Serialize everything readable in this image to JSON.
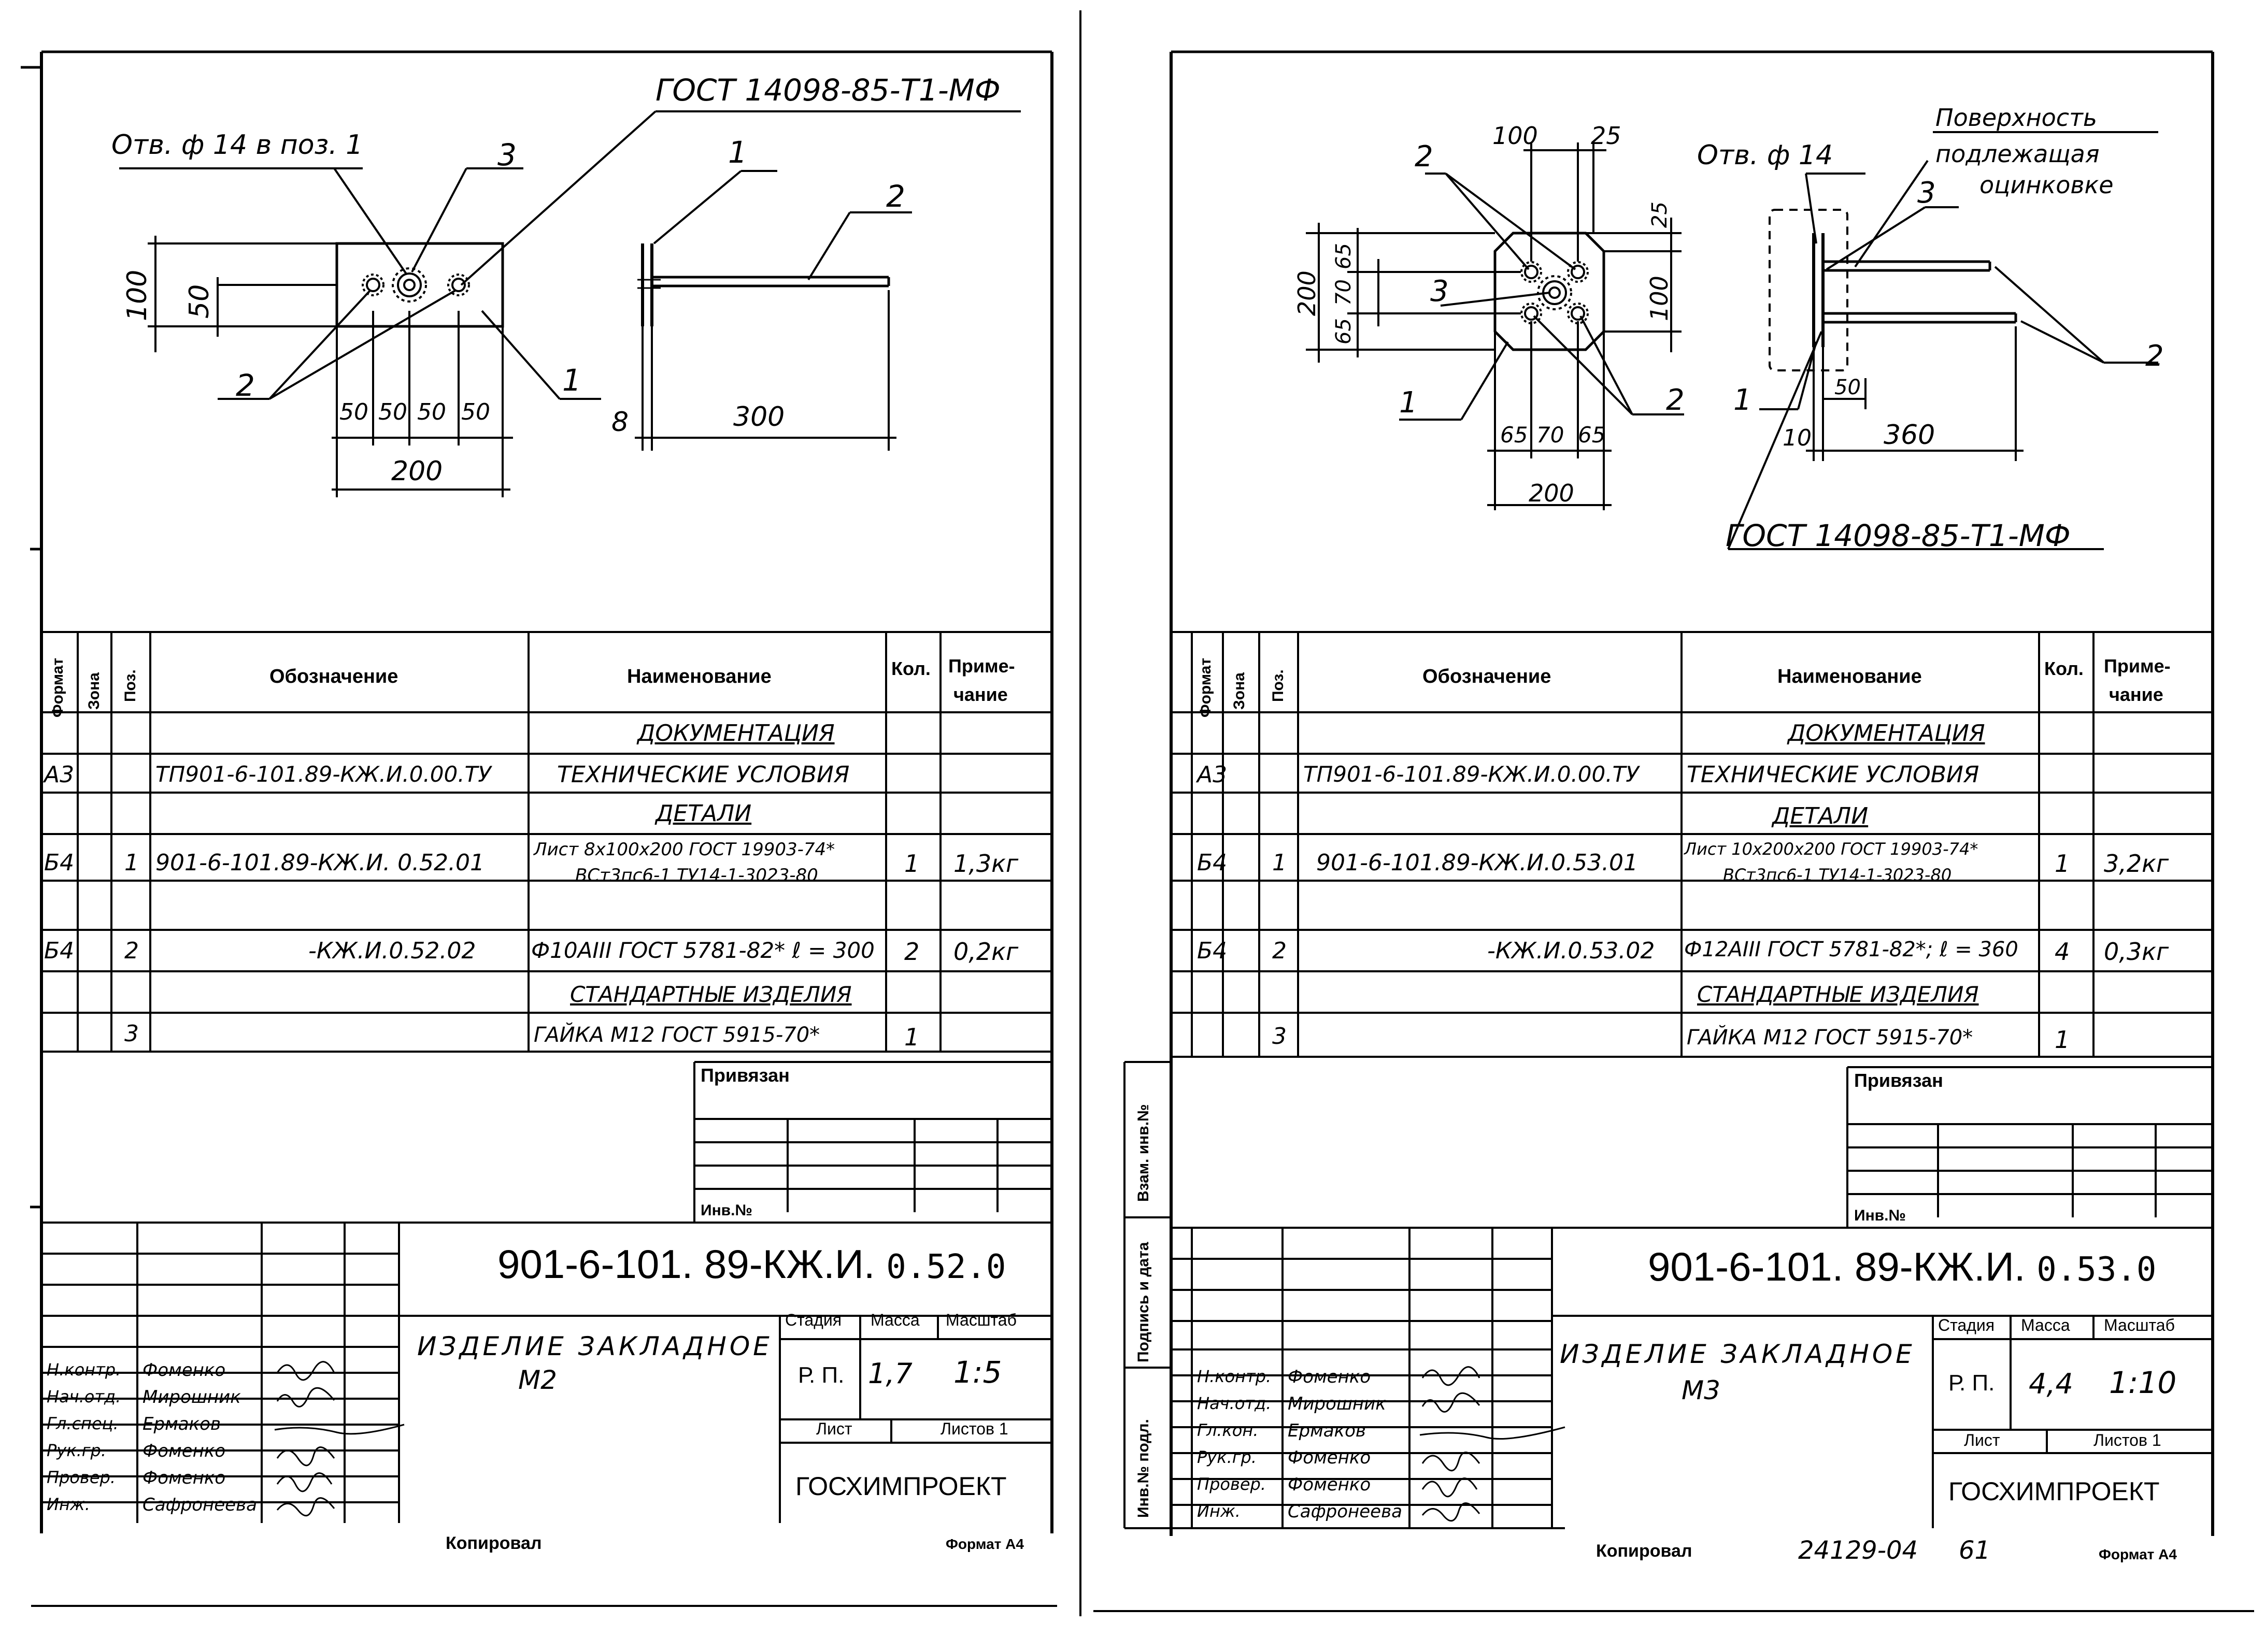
{
  "left": {
    "drawing": {
      "gost_callout": "ГОСТ 14098-85-Т1-МФ",
      "hole_note": "Отв. ф 14 в поз. 1",
      "pos_labels": [
        "1",
        "2",
        "3"
      ],
      "dims": {
        "h100": "100",
        "h50": "50",
        "d50": "50",
        "w200": "200",
        "w300": "300",
        "t8": "8"
      }
    },
    "spec": {
      "headers": {
        "format": "Формат",
        "zone": "Зона",
        "pos": "Поз.",
        "designation": "Обозначение",
        "name": "Наименование",
        "qty": "Кол.",
        "note1": "Приме-",
        "note2": "чание"
      },
      "rows": [
        {
          "fmt": "",
          "pos": "",
          "des": "",
          "name": "ДОКУМЕНТАЦИЯ",
          "name2": "",
          "qty": "",
          "note": "",
          "section": true
        },
        {
          "fmt": "А3",
          "pos": "",
          "des": "ТП901-6-101.89-КЖ.И.0.00.ТУ",
          "name": "ТЕХНИЧЕСКИЕ УСЛОВИЯ",
          "name2": "",
          "qty": "",
          "note": "",
          "section": false
        },
        {
          "fmt": "",
          "pos": "",
          "des": "",
          "name": "ДЕТАЛИ",
          "name2": "",
          "qty": "",
          "note": "",
          "section": true
        },
        {
          "fmt": "Б4",
          "pos": "1",
          "des": "901-6-101.89-КЖ.И. 0.52.01",
          "name": "Лист 8х100х200 ГОСТ 19903-74*",
          "name2": "ВСт3пс6-1 ТУ14-1-3023-80",
          "qty": "1",
          "note": "1,3кг",
          "section": false
        },
        {
          "fmt": "Б4",
          "pos": "2",
          "des": "-КЖ.И.0.52.02",
          "name": "Ф10АIII ГОСТ 5781-82* ℓ = 300",
          "name2": "",
          "qty": "2",
          "note": "0,2кг",
          "section": false
        },
        {
          "fmt": "",
          "pos": "",
          "des": "",
          "name": "СТАНДАРТНЫЕ ИЗДЕЛИЯ",
          "name2": "",
          "qty": "",
          "note": "",
          "section": true
        },
        {
          "fmt": "",
          "pos": "3",
          "des": "",
          "name": "ГАЙКА М12 ГОСТ 5915-70*",
          "name2": "",
          "qty": "1",
          "note": "",
          "section": false
        }
      ]
    },
    "bound_label": "Привязан",
    "inv_label": "Инв.№",
    "title": {
      "code_main": "901-6-101. 89-КЖ.И.",
      "code_sub": "0.52.0",
      "item_name": "ИЗДЕЛИЕ ЗАКЛАДНОЕ",
      "item_mark": "М2",
      "stage_label": "Стадия",
      "mass_label": "Масса",
      "scale_label": "Масштаб",
      "stage": "Р. П.",
      "mass": "1,7",
      "scale": "1:5",
      "sheet_label": "Лист",
      "sheets_label": "Листов 1",
      "org": "ГОСХИМПРОЕКТ",
      "roles": [
        "Н.контр.",
        "Нач.отд.",
        "Гл.спец.",
        "Рук.гр.",
        "Провер.",
        "Инж."
      ],
      "names": [
        "Фоменко",
        "Мирошник",
        "Ермаков",
        "Фоменко",
        "Фоменко",
        "Сафронеева"
      ]
    },
    "copied": "Копировал",
    "format": "Формат А4"
  },
  "right": {
    "drawing": {
      "gost_callout": "ГОСТ 14098-85-Т1-МФ",
      "hole_note": "Отв. ф 14",
      "surface_note_1": "Поверхность",
      "surface_note_2": "подлежащая",
      "surface_note_3": "оцинковке",
      "pos_labels": [
        "1",
        "2",
        "3"
      ],
      "dims": {
        "t100": "100",
        "t25": "25",
        "v200": "200",
        "v65": "65",
        "v70": "70",
        "v25": "25",
        "v100": "100",
        "b65": "65",
        "b70": "70",
        "b200": "200",
        "s10": "10",
        "s50": "50",
        "s360": "360"
      }
    },
    "spec": {
      "rows": [
        {
          "fmt": "",
          "pos": "",
          "des": "",
          "name": "ДОКУМЕНТАЦИЯ",
          "name2": "",
          "qty": "",
          "note": "",
          "section": true
        },
        {
          "fmt": "А3",
          "pos": "",
          "des": "ТП901-6-101.89-КЖ.И.0.00.ТУ",
          "name": "ТЕХНИЧЕСКИЕ УСЛОВИЯ",
          "name2": "",
          "qty": "",
          "note": "",
          "section": false
        },
        {
          "fmt": "",
          "pos": "",
          "des": "",
          "name": "ДЕТАЛИ",
          "name2": "",
          "qty": "",
          "note": "",
          "section": true
        },
        {
          "fmt": "Б4",
          "pos": "1",
          "des": "901-6-101.89-КЖ.И.0.53.01",
          "name": "Лист 10х200х200 ГОСТ 19903-74*",
          "name2": "ВСт3пс6-1 ТУ14-1-3023-80",
          "qty": "1",
          "note": "3,2кг",
          "section": false
        },
        {
          "fmt": "Б4",
          "pos": "2",
          "des": "-КЖ.И.0.53.02",
          "name": "Ф12АIII ГОСТ 5781-82*; ℓ = 360",
          "name2": "",
          "qty": "4",
          "note": "0,3кг",
          "section": false
        },
        {
          "fmt": "",
          "pos": "",
          "des": "",
          "name": "СТАНДАРТНЫЕ ИЗДЕЛИЯ",
          "name2": "",
          "qty": "",
          "note": "",
          "section": true
        },
        {
          "fmt": "",
          "pos": "3",
          "des": "",
          "name": "ГАЙКА М12 ГОСТ 5915-70*",
          "name2": "",
          "qty": "1",
          "note": "",
          "section": false
        }
      ]
    },
    "side_labels": [
      "Взам. инв.№",
      "Подпись и дата",
      "Инв.№ подл."
    ],
    "bound_label": "Привязан",
    "inv_label": "Инв.№",
    "title": {
      "code_main": "901-6-101. 89-КЖ.И.",
      "code_sub": "0.53.0",
      "item_name": "ИЗДЕЛИЕ ЗАКЛАДНОЕ",
      "item_mark": "М3",
      "stage_label": "Стадия",
      "mass_label": "Масса",
      "scale_label": "Масштаб",
      "stage": "Р. П.",
      "mass": "4,4",
      "scale": "1:10",
      "sheet_label": "Лист",
      "sheets_label": "Листов 1",
      "org": "ГОСХИМПРОЕКТ",
      "roles": [
        "Н.контр.",
        "Нач.отд.",
        "Гл.кон.",
        "Рук.гр.",
        "Провер.",
        "Инж."
      ],
      "names": [
        "Фоменко",
        "Мирошник",
        "Ермаков",
        "Фоменко",
        "Фоменко",
        "Сафронеева"
      ]
    },
    "copied": "Копировал",
    "archive_no": "24129-04",
    "page_no": "61",
    "format": "Формат А4"
  }
}
